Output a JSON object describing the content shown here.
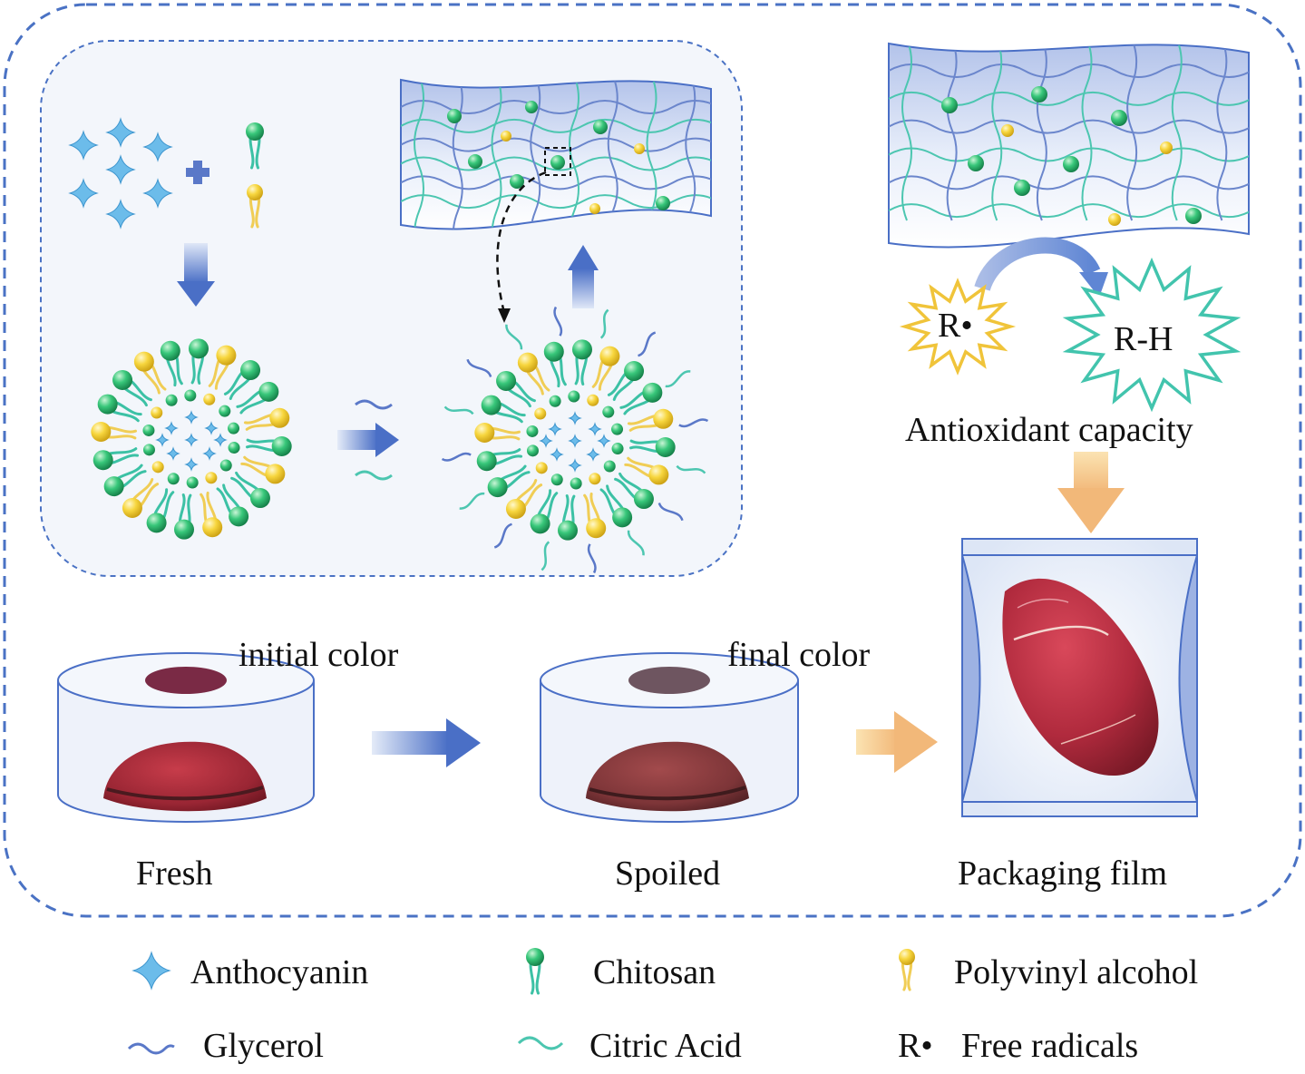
{
  "process": {
    "initial_color": "initial color",
    "final_color": "final color",
    "fresh": "Fresh",
    "spoiled": "Spoiled",
    "packaging_film": "Packaging film"
  },
  "antioxidant": {
    "radical": "R•",
    "product": "R-H",
    "caption": "Antioxidant capacity"
  },
  "legend": {
    "anthocyanin": "Anthocyanin",
    "chitosan": "Chitosan",
    "polyvinyl_alcohol": "Polyvinyl alcohol",
    "glycerol": "Glycerol",
    "citric_acid": "Citric Acid",
    "free_radicals_symbol": "R•",
    "free_radicals": "Free radicals"
  },
  "colors": {
    "border_blue": "#4a72c4",
    "chitosan_green": "#2fbf6e",
    "pva_yellow": "#f5cf3a",
    "anthocyanin_blue": "#5fb3e6",
    "glycerol_blue": "#5a78c8",
    "citric_teal": "#4cc6b0",
    "initial_indicator": "#7a2a45",
    "final_indicator": "#6e5560",
    "meat_red": "#9a2634"
  }
}
